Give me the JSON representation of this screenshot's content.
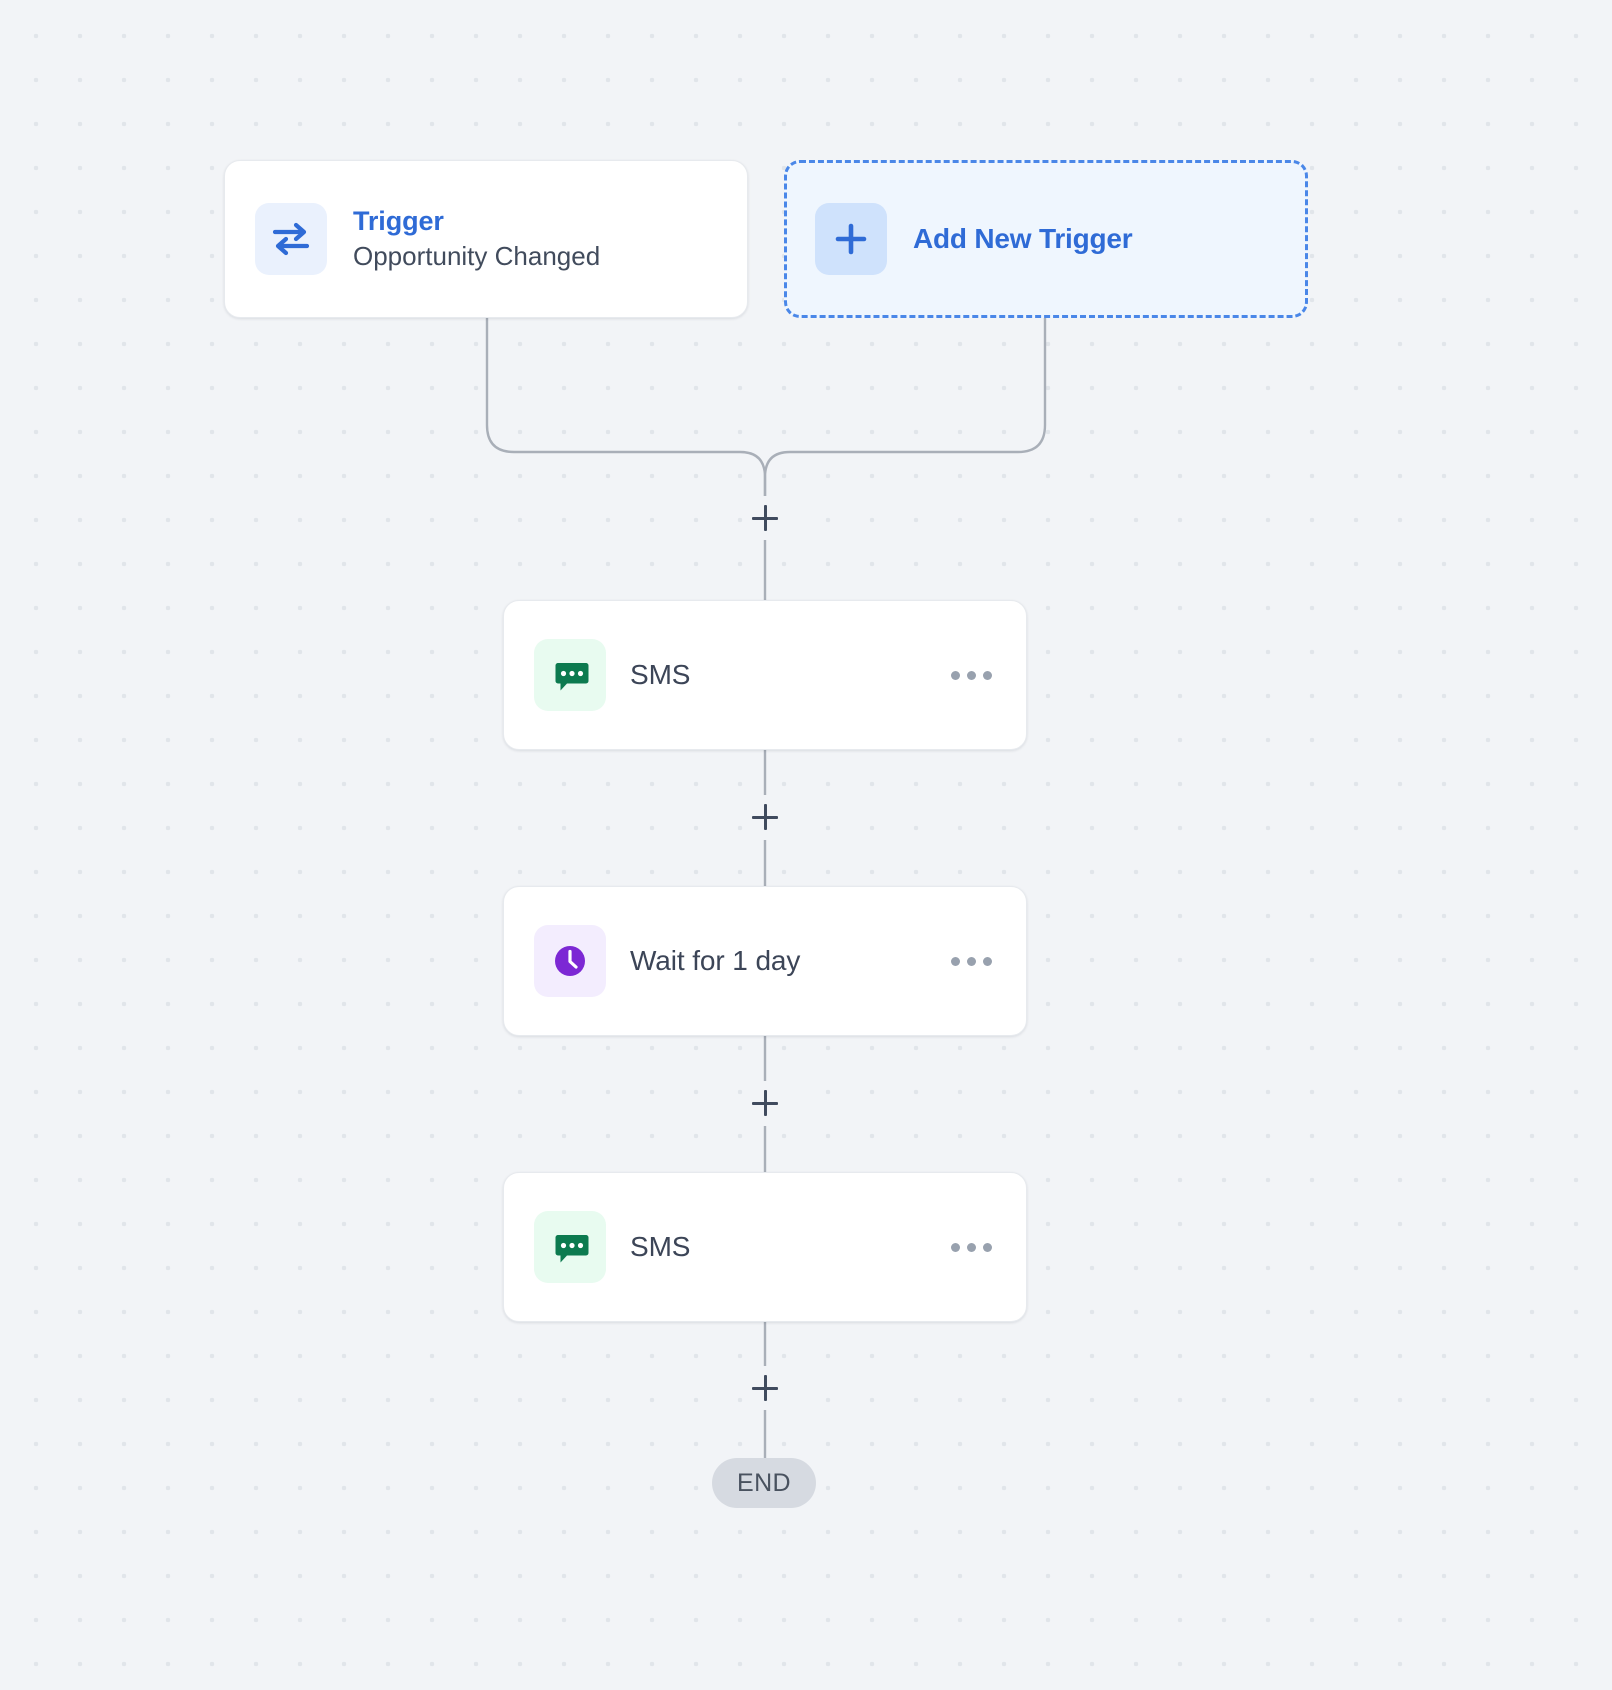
{
  "canvas": {
    "background_color": "#f2f4f7",
    "grid_dot_color": "#e1e5ea"
  },
  "triggers": [
    {
      "icon": "exchange-arrows-icon",
      "icon_color": "#2f6bd6",
      "icon_bg": "#eaf1fd",
      "title": "Trigger",
      "subtitle": "Opportunity Changed"
    }
  ],
  "add_trigger": {
    "icon": "plus-icon",
    "label": "Add New Trigger",
    "accent_color": "#2f6bd6",
    "border_color": "#4a87e8",
    "bg_color": "#eff6fe"
  },
  "steps": [
    {
      "icon": "sms-chat-bubble-icon",
      "icon_color": "#0c7a4f",
      "icon_bg": "#e8fbf0",
      "label": "SMS",
      "menu": "more-options-icon"
    },
    {
      "icon": "clock-icon",
      "icon_color": "#7c28d4",
      "icon_bg": "#f3edfe",
      "label": "Wait for 1 day",
      "menu": "more-options-icon"
    },
    {
      "icon": "sms-chat-bubble-icon",
      "icon_color": "#0c7a4f",
      "icon_bg": "#e8fbf0",
      "label": "SMS",
      "menu": "more-options-icon"
    }
  ],
  "add_step_buttons": [
    {
      "label": "+"
    },
    {
      "label": "+"
    },
    {
      "label": "+"
    },
    {
      "label": "+"
    }
  ],
  "end_node": {
    "label": "END",
    "bg_color": "#d6dae1",
    "text_color": "#49525f"
  }
}
